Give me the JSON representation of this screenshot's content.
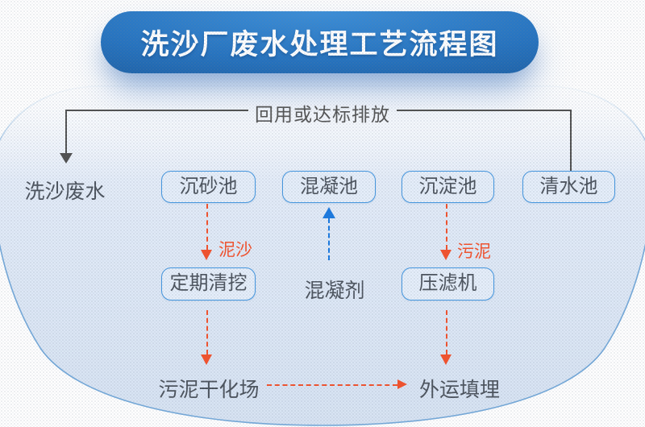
{
  "title": "洗沙厂废水处理工艺流程图",
  "flow": {
    "discharge_label": "回用或达标排放",
    "source_label": "洗沙废水",
    "tanks": [
      {
        "label": "沉砂池"
      },
      {
        "label": "混凝池"
      },
      {
        "label": "沉淀池"
      },
      {
        "label": "清水池"
      }
    ],
    "grit_branch": {
      "edge_label": "泥沙",
      "node_label": "定期清挖"
    },
    "coagulant_label": "混凝剂",
    "sludge_branch": {
      "edge_label": "污泥",
      "node_label": "压滤机"
    },
    "drying_label": "污泥干化场",
    "landfill_label": "外运填埋"
  },
  "colors": {
    "banner_blue": "#1d63ae",
    "backdrop_blue": "#dde8f6",
    "node_border_blue": "#4296e0",
    "accent_red": "#f4502a",
    "accent_blue": "#1878e0",
    "line_gray": "#4f4f4f"
  }
}
